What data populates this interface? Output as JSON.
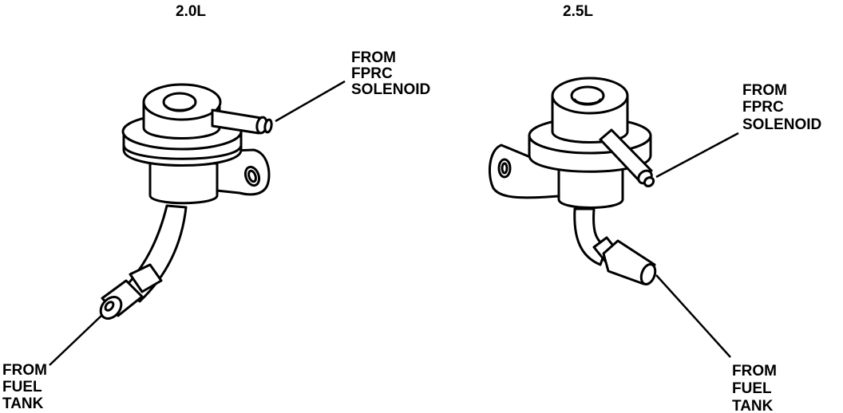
{
  "left": {
    "title": "2.0L",
    "solenoid_label": [
      "FROM",
      "FPRC",
      "SOLENOID"
    ],
    "tank_label": [
      "FROM",
      "FUEL",
      "TANK"
    ]
  },
  "right": {
    "title": "2.5L",
    "solenoid_label": [
      "FROM",
      "FPRC",
      "SOLENOID"
    ],
    "tank_label": [
      "FROM",
      "FUEL",
      "TANK"
    ]
  }
}
